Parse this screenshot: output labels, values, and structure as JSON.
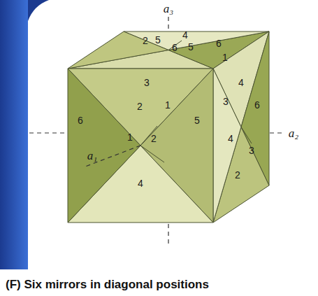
{
  "diagram": {
    "caption": "(F) Six mirrors in diagonal positions",
    "labels": [
      "a₃",
      "2",
      "5",
      "4",
      "6",
      "5",
      "6",
      "1",
      "3",
      "4",
      "6",
      "3",
      "6",
      "2",
      "1",
      "5",
      "1",
      "2",
      "4",
      "3",
      "4",
      "2",
      "a₂",
      "a₁"
    ]
  }
}
